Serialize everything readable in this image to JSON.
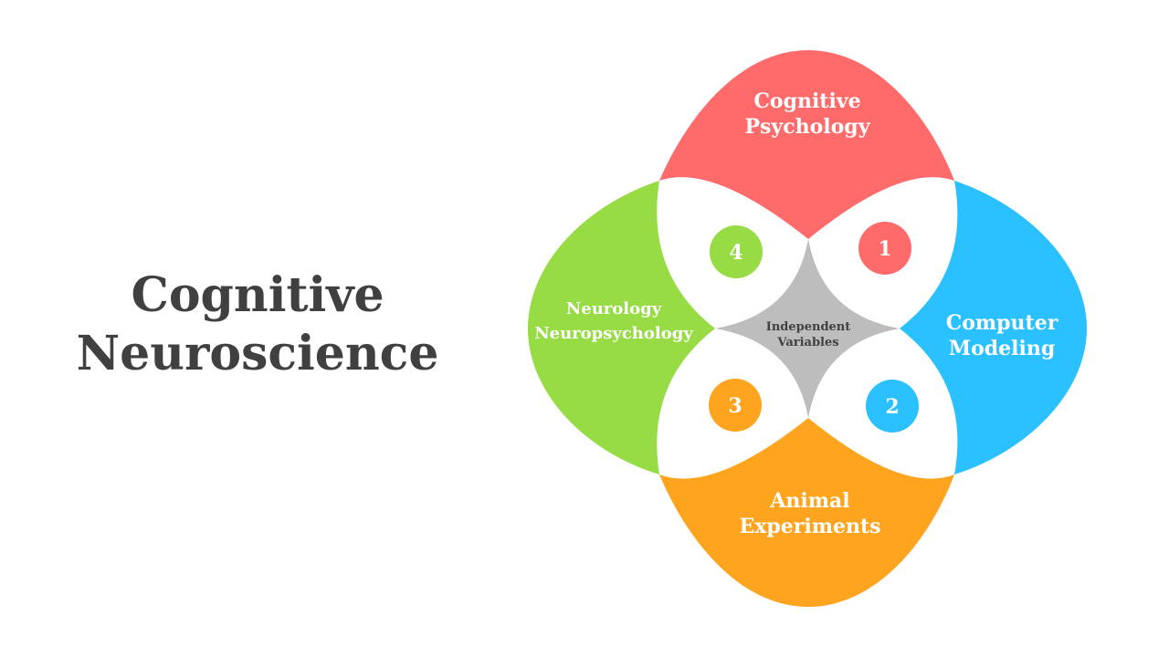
{
  "title": {
    "line1": "Cognitive",
    "line2": "Neuroscience"
  },
  "diagram": {
    "center": {
      "line1": "Independent",
      "line2": "Variables",
      "color": "#BDBDBD"
    },
    "petals": [
      {
        "id": "top",
        "line1": "Cognitive",
        "line2": "Psychology",
        "color": "#FF6B6B"
      },
      {
        "id": "right",
        "line1": "Computer",
        "line2": "Modeling",
        "color": "#2BC0FF"
      },
      {
        "id": "bottom",
        "line1": "Animal",
        "line2": "Experiments",
        "color": "#FFA41F"
      },
      {
        "id": "left",
        "line1": "Neurology",
        "line2": "Neuropsychology",
        "color": "#97DB45"
      }
    ],
    "numbers": [
      {
        "label": "1",
        "color": "#FF6B6B"
      },
      {
        "label": "2",
        "color": "#2BC0FF"
      },
      {
        "label": "3",
        "color": "#FFA41F"
      },
      {
        "label": "4",
        "color": "#97DB45"
      }
    ]
  }
}
